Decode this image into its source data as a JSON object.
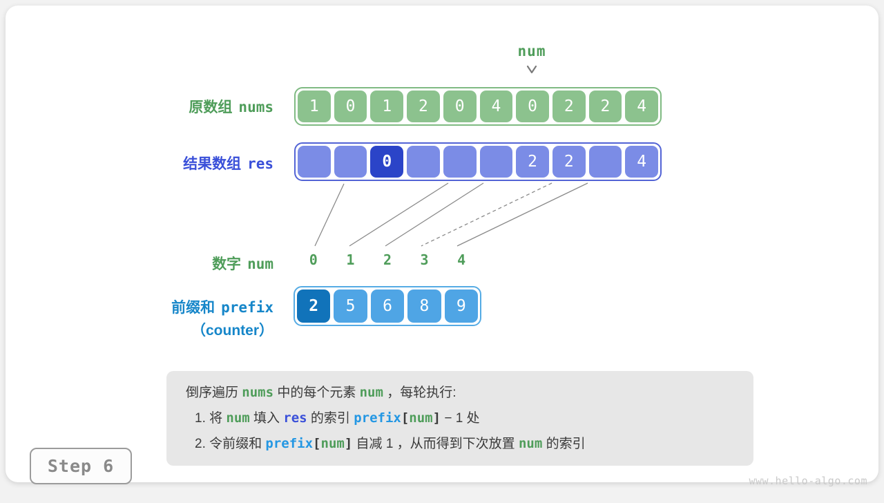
{
  "pointer": {
    "label": "num"
  },
  "arrays": {
    "nums": {
      "label_cn": "原数组",
      "label_code": "nums",
      "cells": [
        "1",
        "0",
        "1",
        "2",
        "0",
        "4",
        "0",
        "2",
        "2",
        "4"
      ]
    },
    "res": {
      "label_cn": "结果数组",
      "label_code": "res",
      "cells": [
        "",
        "",
        "0",
        "",
        "",
        "",
        "2",
        "2",
        "",
        "4"
      ],
      "highlight_index": 2
    },
    "digits": {
      "label_cn": "数字",
      "label_code": "num",
      "values": [
        "0",
        "1",
        "2",
        "3",
        "4"
      ]
    },
    "prefix": {
      "label_cn": "前缀和",
      "label_code": "prefix",
      "label_sub": "（counter）",
      "cells": [
        "2",
        "5",
        "6",
        "8",
        "9"
      ],
      "highlight_index": 0
    }
  },
  "mappings": [
    {
      "digit": "0",
      "res_index": 1,
      "line": "solid"
    },
    {
      "digit": "1",
      "res_index": 4,
      "line": "solid"
    },
    {
      "digit": "2",
      "res_index": 5,
      "line": "solid"
    },
    {
      "digit": "3",
      "res_index": 7,
      "line": "dashed"
    },
    {
      "digit": "4",
      "res_index": 8,
      "line": "solid"
    }
  ],
  "explanation": {
    "lines": [
      {
        "segments": [
          {
            "t": "倒序遍历 ",
            "s": "plain"
          },
          {
            "t": "nums",
            "s": "green"
          },
          {
            "t": " 中的每个元素 ",
            "s": "plain"
          },
          {
            "t": "num",
            "s": "green"
          },
          {
            "t": " ，每轮执行:",
            "s": "plain"
          }
        ]
      },
      {
        "segments": [
          {
            "t": "1. 将 ",
            "s": "plain"
          },
          {
            "t": "num",
            "s": "green"
          },
          {
            "t": " 填入 ",
            "s": "plain"
          },
          {
            "t": "res",
            "s": "indigo"
          },
          {
            "t": " 的索引 ",
            "s": "plain"
          },
          {
            "t": "prefix",
            "s": "blue"
          },
          {
            "t": "[",
            "s": "bracket"
          },
          {
            "t": "num",
            "s": "green"
          },
          {
            "t": "]",
            "s": "bracket"
          },
          {
            "t": " − 1 处",
            "s": "plain"
          }
        ]
      },
      {
        "segments": [
          {
            "t": "2. 令前缀和 ",
            "s": "plain"
          },
          {
            "t": "prefix",
            "s": "blue"
          },
          {
            "t": "[",
            "s": "bracket"
          },
          {
            "t": "num",
            "s": "green"
          },
          {
            "t": "]",
            "s": "bracket"
          },
          {
            "t": " 自减 1 ，从而得到下次放置 ",
            "s": "plain"
          },
          {
            "t": "num",
            "s": "green"
          },
          {
            "t": " 的索引",
            "s": "plain"
          }
        ]
      }
    ]
  },
  "footer": {
    "step_badge": "Step 6",
    "watermark": "www.hello-algo.com"
  },
  "colors": {
    "nums_cell": "#8CC28E",
    "nums_border": "#7FBA82",
    "nums_label": "#4F9D5A",
    "res_cell": "#7B8CE6",
    "res_border": "#5263D5",
    "res_highlight": "#2B44C8",
    "res_label": "#3A50D9",
    "prefix_cell": "#4FA5E5",
    "prefix_border": "#55ABE4",
    "prefix_highlight": "#1173BA",
    "prefix_label": "#1686C9",
    "mapping_line": "#8A8A8A",
    "explanation_bg": "#E7E7E7",
    "text": "#3A3A3A",
    "step_text": "#8A8A8A",
    "watermark": "#C9C9C9"
  }
}
